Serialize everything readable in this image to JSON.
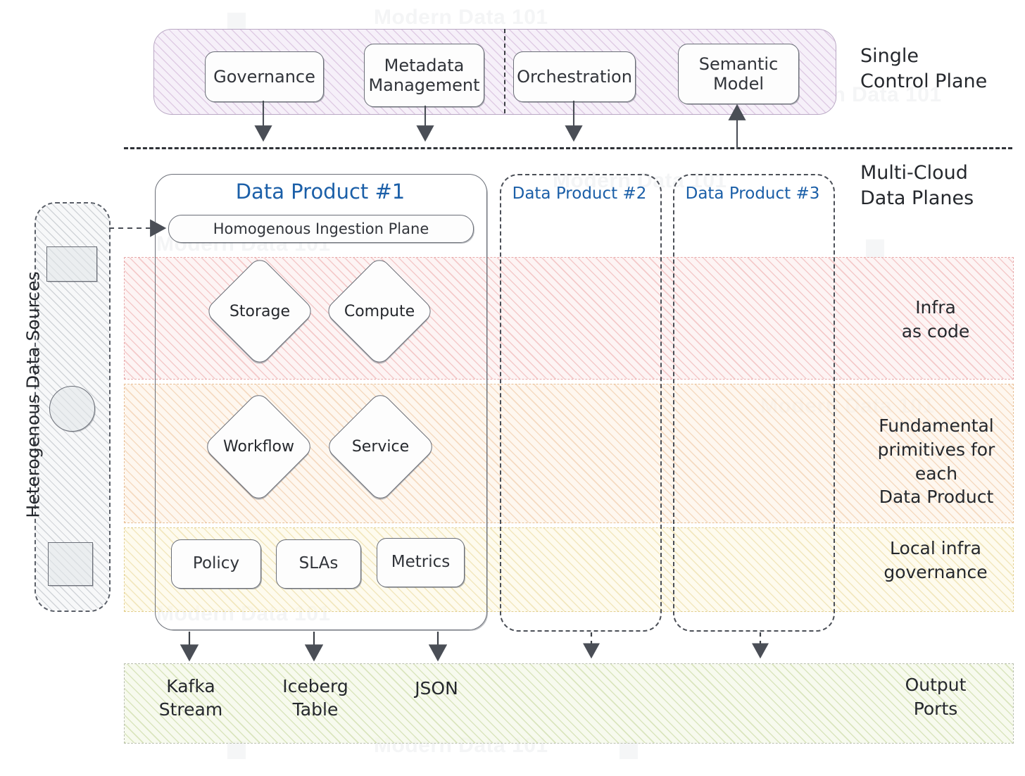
{
  "watermark": {
    "text": "Modern Data 101"
  },
  "control_plane": {
    "caption": "Single\nControl Plane",
    "nodes": [
      {
        "label": "Governance"
      },
      {
        "label": "Metadata\nManagement"
      },
      {
        "label": "Orchestration"
      },
      {
        "label": "Semantic\nModel"
      }
    ]
  },
  "data_planes": {
    "caption": "Multi-Cloud\nData Planes"
  },
  "data_sources": {
    "label": "Heterogenous Data Sources",
    "shapes": [
      "rectangle",
      "circle",
      "square"
    ]
  },
  "data_product_1": {
    "title": "Data Product #1",
    "ingestion_plane": "Homogenous Ingestion Plane",
    "infra_nodes": [
      {
        "label": "Storage"
      },
      {
        "label": "Compute"
      }
    ],
    "primitive_nodes": [
      {
        "label": "Workflow"
      },
      {
        "label": "Service"
      }
    ],
    "governance_nodes": [
      {
        "label": "Policy"
      },
      {
        "label": "SLAs"
      },
      {
        "label": "Metrics"
      }
    ]
  },
  "data_product_2": {
    "title": "Data Product #2"
  },
  "data_product_3": {
    "title": "Data Product #3"
  },
  "bands": [
    {
      "id": "infra",
      "caption": "Infra\nas code"
    },
    {
      "id": "primitives",
      "caption": "Fundamental\nprimitives for each\nData Product"
    },
    {
      "id": "governance",
      "caption": "Local infra\ngovernance"
    }
  ],
  "output_ports": {
    "caption": "Output\nPorts",
    "ports": [
      {
        "label": "Kafka\nStream"
      },
      {
        "label": "Iceberg\nTable"
      },
      {
        "label": "JSON"
      }
    ]
  },
  "colors": {
    "control_plane_border": "#b9a8c4",
    "infra_band": "#e8a9a9",
    "primitives_band": "#e8bf95",
    "governance_band": "#e3cf8e",
    "output_band": "#b9bfae",
    "title_blue": "#1b5fa8",
    "stroke": "#6a6e77"
  }
}
